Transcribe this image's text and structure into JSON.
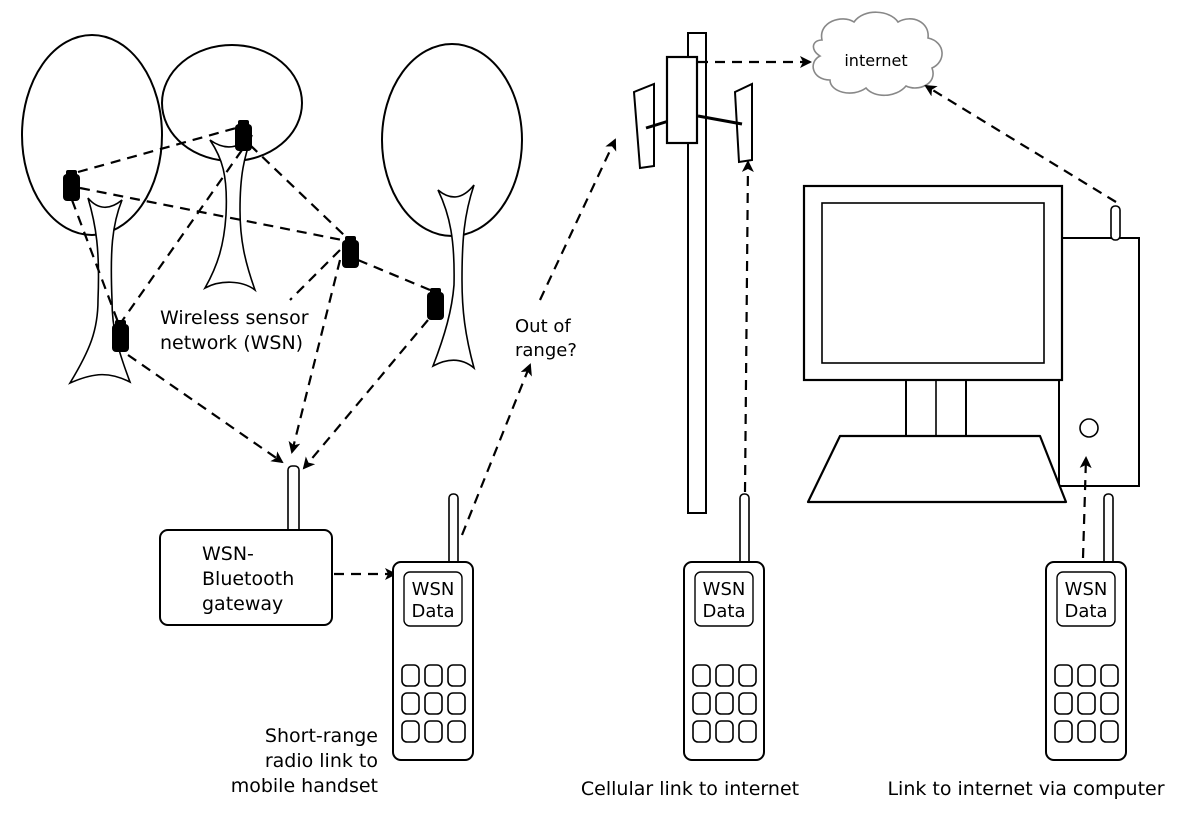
{
  "labels": {
    "internet": "internet",
    "wsn_network_1": "Wireless sensor",
    "wsn_network_2": "network (WSN)",
    "out_of_range_1": "Out of",
    "out_of_range_2": "range?",
    "gateway_1": "WSN-",
    "gateway_2": "Bluetooth",
    "gateway_3": "gateway",
    "caption_short_range_1": "Short-range",
    "caption_short_range_2": "radio link to",
    "caption_short_range_3": "mobile handset",
    "caption_cellular": "Cellular link to internet",
    "caption_computer": "Link to internet via computer"
  },
  "handsets": [
    {
      "screen_line1": "WSN",
      "screen_line2": "Data"
    },
    {
      "screen_line1": "WSN",
      "screen_line2": "Data"
    },
    {
      "screen_line1": "WSN",
      "screen_line2": "Data"
    }
  ],
  "icons": [
    "tree-icon",
    "sensor-node-icon",
    "gateway-icon",
    "mobile-handset-icon",
    "cell-tower-icon",
    "cloud-icon",
    "computer-icon"
  ]
}
